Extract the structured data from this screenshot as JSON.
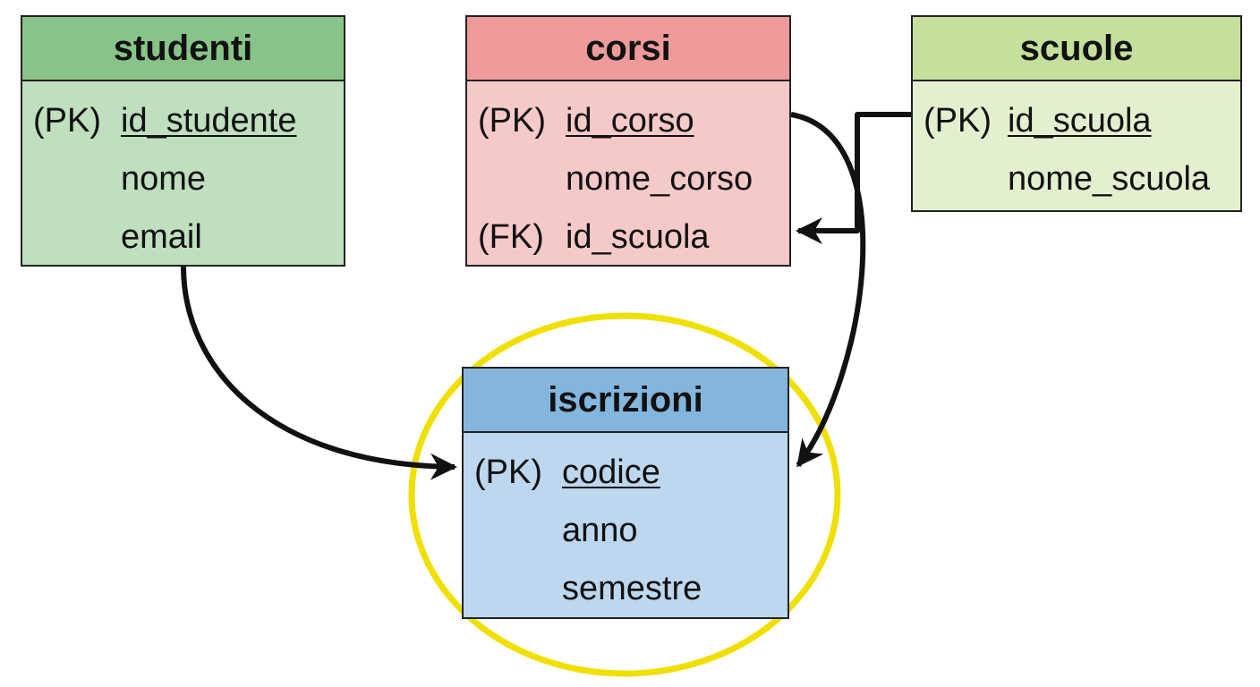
{
  "colors": {
    "studenti_header": "#88c487",
    "studenti_body": "#bfdfbe",
    "corsi_header": "#ee9a9a",
    "corsi_body": "#f6c9c9",
    "scuole_header": "#c4e09c",
    "scuole_body": "#e3f0cf",
    "iscrizioni_header": "#84b6dd",
    "iscrizioni_body": "#bcd7ee",
    "highlight": "#f0e000",
    "connector": "#111111"
  },
  "entities": {
    "studenti": {
      "title": "studenti",
      "attributes": [
        {
          "key": "(PK)",
          "name": "id_studente",
          "pk": true
        },
        {
          "key": "",
          "name": "nome",
          "pk": false
        },
        {
          "key": "",
          "name": "email",
          "pk": false
        }
      ]
    },
    "corsi": {
      "title": "corsi",
      "attributes": [
        {
          "key": "(PK)",
          "name": "id_corso",
          "pk": true
        },
        {
          "key": "",
          "name": "nome_corso",
          "pk": false
        },
        {
          "key": "(FK)",
          "name": "id_scuola",
          "pk": false
        }
      ]
    },
    "scuole": {
      "title": "scuole",
      "attributes": [
        {
          "key": "(PK)",
          "name": "id_scuola",
          "pk": true
        },
        {
          "key": "",
          "name": "nome_scuola",
          "pk": false
        }
      ]
    },
    "iscrizioni": {
      "title": "iscrizioni",
      "attributes": [
        {
          "key": "(PK)",
          "name": "codice",
          "pk": true
        },
        {
          "key": "",
          "name": "anno",
          "pk": false
        },
        {
          "key": "",
          "name": "semestre",
          "pk": false
        }
      ]
    }
  },
  "relationships": [
    {
      "from": "studenti",
      "to": "iscrizioni"
    },
    {
      "from": "corsi.id_corso",
      "to": "iscrizioni"
    },
    {
      "from": "scuole.id_scuola",
      "to": "corsi.id_scuola"
    }
  ]
}
